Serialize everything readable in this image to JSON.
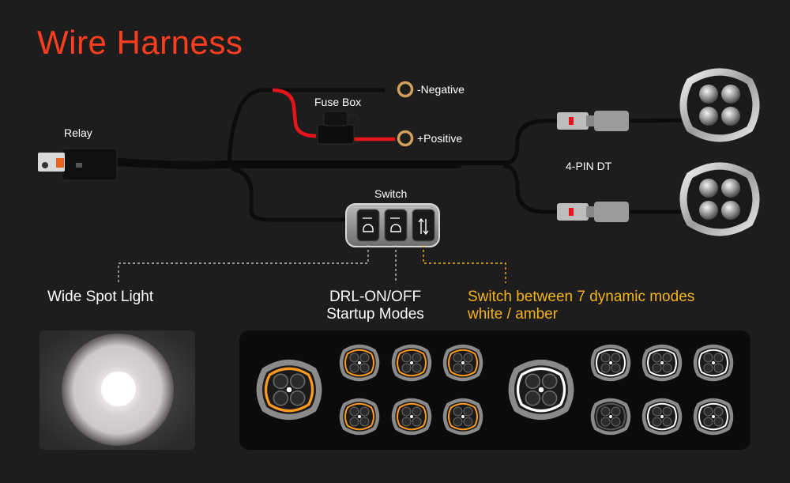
{
  "title": "Wire Harness",
  "labels": {
    "relay": "Relay",
    "fuse_box": "Fuse Box",
    "negative": "-Negative",
    "positive": "+Positive",
    "switch": "Switch",
    "connector": "4-PIN DT",
    "wide_spot": "Wide Spot Light",
    "drl_line1": "DRL-ON/OFF",
    "drl_line2": "Startup Modes",
    "modes_line1": "Switch between 7 dynamic modes",
    "modes_line2": "white / amber"
  },
  "colors": {
    "background": "#1d1d1d",
    "title": "#ff3d1f",
    "mode_text": "#f5b51b",
    "positive_wire": "#e8141c",
    "cable": "#0c0c0c",
    "amber": "#ff9a1e"
  },
  "switch_buttons": [
    "dome-light-icon",
    "high-beam-icon",
    "mode-arrows-icon"
  ]
}
